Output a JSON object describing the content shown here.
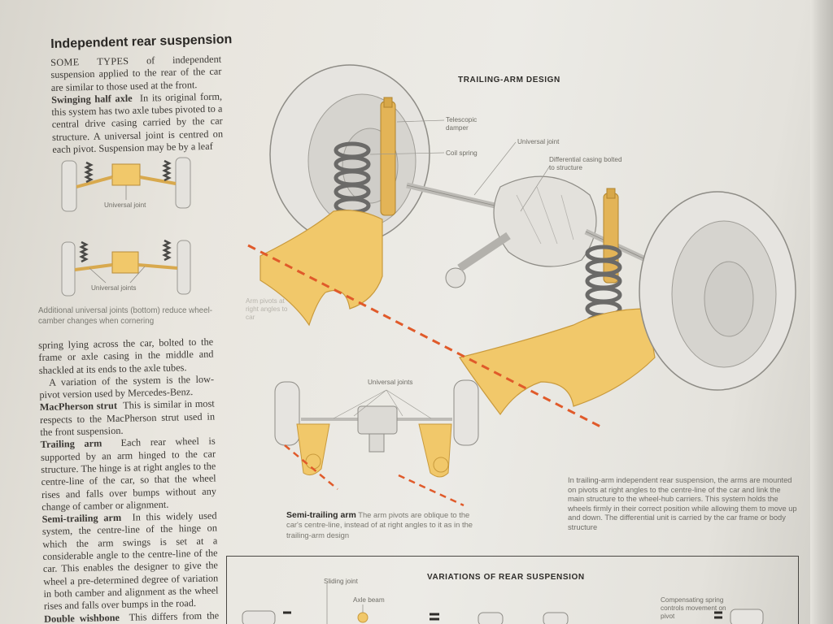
{
  "heading": "Independent rear suspension",
  "intro": {
    "lead": "SOME TYPES",
    "text": "of independent suspension applied to the rear of the car are similar to those used at the front."
  },
  "swinging": {
    "title": "Swinging half axle",
    "text": "In its original form, this system has two axle tubes pivoted to a central drive casing carried by the car structure. A universal joint is centred on each pivot. Suspension may be by a leaf"
  },
  "small_diagrams": {
    "top_label": "Universal joint",
    "bottom_label": "Universal joints",
    "caption": "Additional universal joints (bottom) reduce wheel-camber changes when cornering"
  },
  "continued": {
    "text1": "spring lying across the car, bolted to the frame or axle casing in the middle and shackled at its ends to the axle tubes.",
    "text2": "A variation of the system is the low-pivot version used by Mercedes-Benz."
  },
  "macpherson": {
    "title": "MacPherson strut",
    "text": "This is similar in most respects to the MacPherson strut used in the front suspension."
  },
  "trailing": {
    "title": "Trailing arm",
    "text": "Each rear wheel is supported by an arm hinged to the car structure. The hinge is at right angles to the centre-line of the car, so that the wheel rises and falls over bumps without any change of camber or alignment."
  },
  "semi": {
    "title": "Semi-trailing arm",
    "text": "In this widely used system, the centre-line of the hinge on which the arm swings is set at a considerable angle to the centre-line of the car. This enables the designer to give the wheel a pre-determined degree of variation in both camber and alignment as the wheel rises and falls over bumps in the road."
  },
  "double": {
    "title": "Double wishbone",
    "text": "This differs from the double wishbone used on front suspension"
  },
  "main_diagram": {
    "title": "TRAILING-ARM DESIGN",
    "labels": {
      "damper": "Telescopic damper",
      "coil": "Coil spring",
      "ujoint": "Universal joint",
      "diff": "Differential casing bolted to structure",
      "pivots": "Arm pivots at right angles to car"
    },
    "caption": "In trailing-arm independent rear suspension, the arms are mounted on pivots at right angles to the centre-line of the car and link the main structure to the wheel-hub carriers. This system holds the wheels firmly in their correct position while allowing them to move up and down. The differential unit is carried by the car frame or body structure"
  },
  "semi_diagram": {
    "label": "Universal joints",
    "caption_title": "Semi-trailing arm",
    "caption": "The arm pivots are oblique to the car's centre-line, instead of at right angles to it as in the trailing-arm design"
  },
  "variations": {
    "title": "VARIATIONS OF REAR SUSPENSION",
    "sliding": "Sliding joint",
    "axle_beam": "Axle beam",
    "comp": "Compensating spring controls movement on pivot"
  },
  "colors": {
    "arm": "#f1c86a",
    "arm_dark": "#c99a3c",
    "dash": "#e05a2a",
    "tyre": "#e6e4e0",
    "spring": "#6b6a68"
  }
}
